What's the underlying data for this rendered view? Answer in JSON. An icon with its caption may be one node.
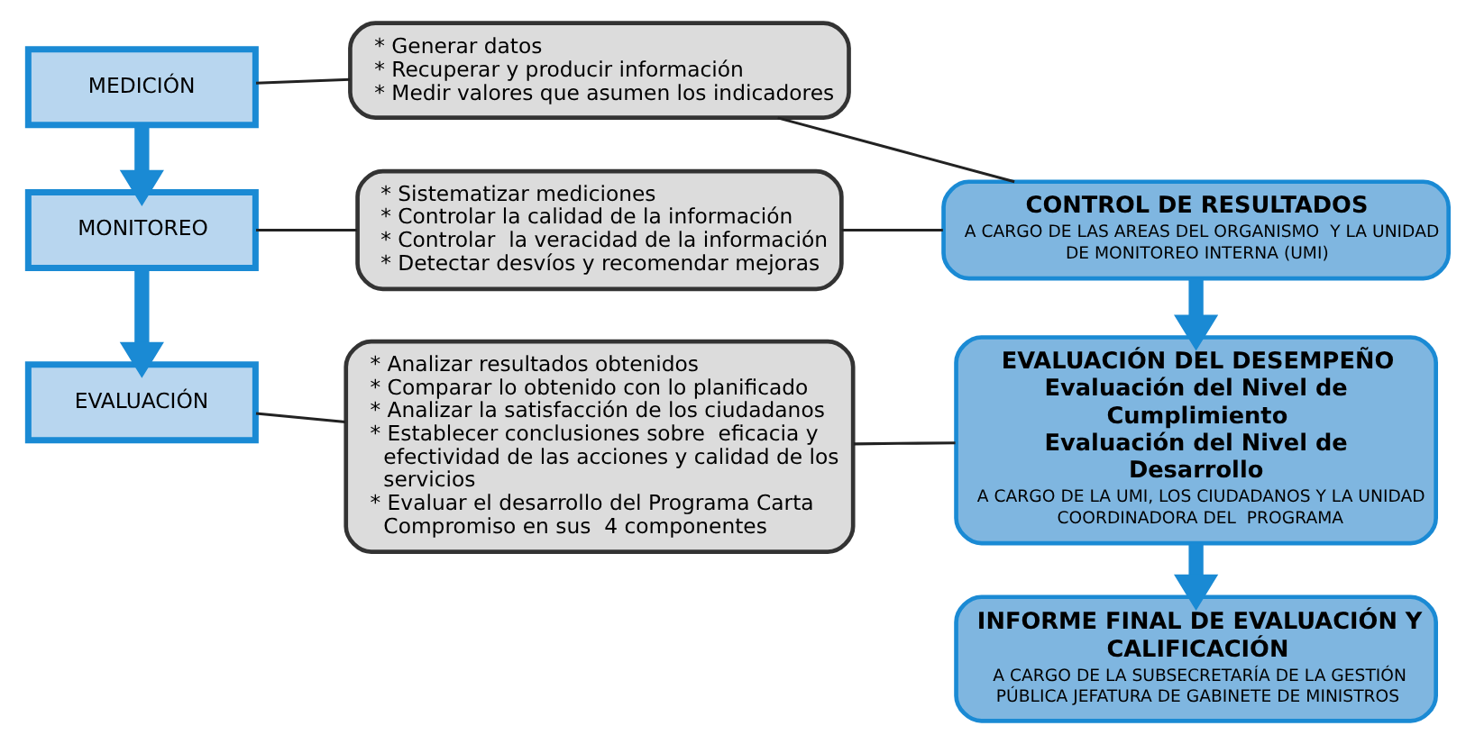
{
  "diagram": {
    "nodes": [
      {
        "text": [
          "MEDICIÓN"
        ]
      },
      {
        "text": [
          "* Generar datos",
          "* Recuperar y producir información",
          "* Medir valores que asumen los indicadores"
        ]
      },
      {
        "text": [
          "MONITOREO"
        ]
      },
      {
        "text": [
          "* Sistematizar mediciones",
          "* Controlar la calidad de la información",
          "* Controlar  la veracidad de la información",
          "* Detectar desvíos y recomendar mejoras"
        ]
      },
      {
        "text": [
          "EVALUACIÓN"
        ]
      },
      {
        "text": [
          "* Analizar resultados obtenidos",
          "* Comparar lo obtenido con lo planificado",
          "* Analizar la satisfacción de los ciudadanos",
          "* Establecer conclusiones sobre  eficacia y efectividad de las acciones y calidad de los servicios",
          "* Evaluar el desarrollo del Programa Carta Compromiso en sus  4 componentes"
        ]
      },
      {
        "text": [
          "CONTROL DE RESULTADOS",
          "A CARGO DE LAS AREAS DEL ORGANISMO  Y LA UNIDAD DE MONITOREO INTERNA (UMI)"
        ]
      },
      {
        "text": [
          "EVALUACIÓN DEL DESEMPEÑO",
          "Evaluación del Nivel de Cumplimiento",
          "Evaluación del Nivel de Desarrollo",
          "A CARGO DE LA UMI, LOS CIUDADANOS Y LA UNIDAD COORDINADORA DEL  PROGRAMA"
        ]
      },
      {
        "text": [
          "INFORME FINAL DE EVALUACIÓN Y CALIFICACIÓN",
          "A CARGO DE LA SUBSECRETARÍA DE LA GESTIÓN PÚBLICA JEFATURA DE GABINETE DE MINISTROS"
        ]
      }
    ],
    "edges": [
      {
        "from": 0,
        "to": 1,
        "arrow": "none"
      },
      {
        "from": 1,
        "to": 6,
        "arrow": "none"
      },
      {
        "from": 2,
        "to": 3,
        "arrow": "none"
      },
      {
        "from": 3,
        "to": 6,
        "arrow": "none"
      },
      {
        "from": 4,
        "to": 5,
        "arrow": "none"
      },
      {
        "from": 5,
        "to": 7,
        "arrow": "none"
      },
      {
        "from": 0,
        "to": 2,
        "arrow": "to",
        "style": "thick",
        "color": "#1a8ad4"
      },
      {
        "from": 2,
        "to": 4,
        "arrow": "to",
        "style": "thick",
        "color": "#1a8ad4"
      },
      {
        "from": 6,
        "to": 7,
        "arrow": "to",
        "style": "thick",
        "color": "#1a8ad4"
      },
      {
        "from": 7,
        "to": 8,
        "arrow": "to",
        "style": "thick",
        "color": "#1a8ad4"
      }
    ]
  }
}
